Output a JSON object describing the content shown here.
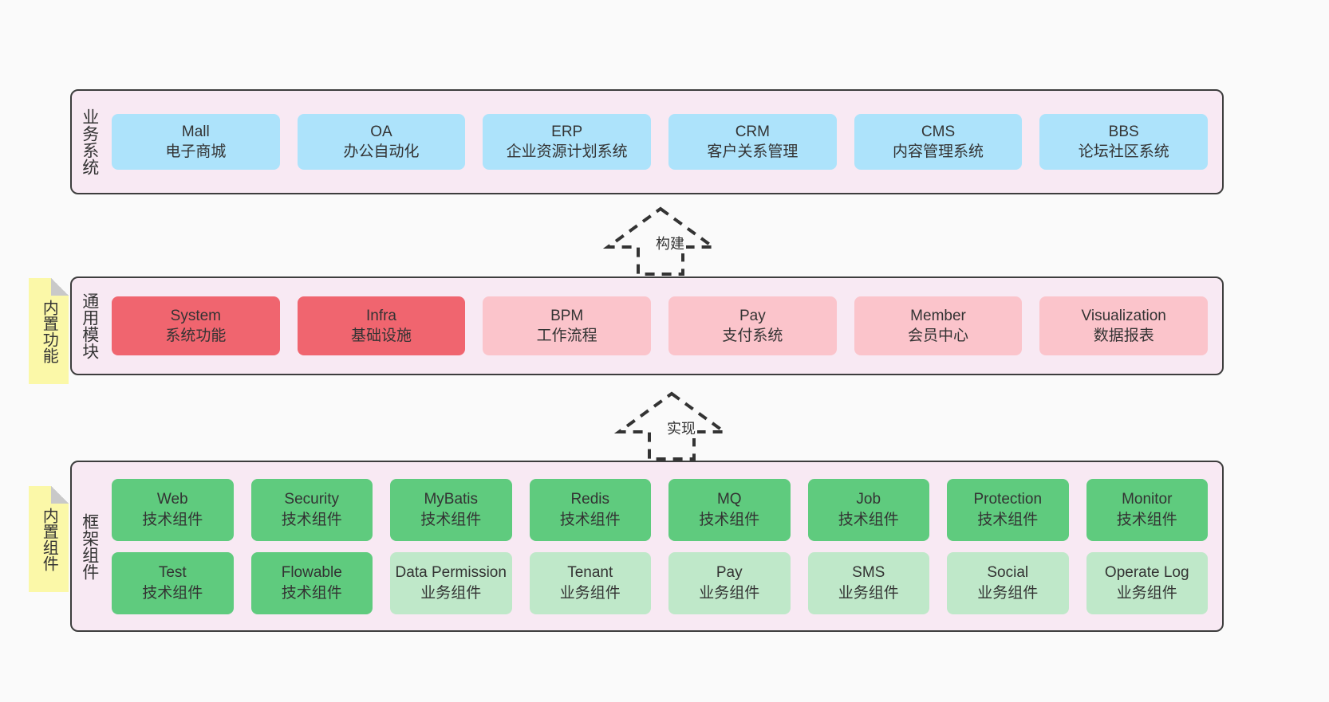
{
  "diagram": {
    "background_color": "#fafafa",
    "band_color": "#f8e9f3",
    "band_border_color": "#3d3d3d",
    "note_color": "#fbf8a8"
  },
  "notes": [
    {
      "label": "内置功能"
    },
    {
      "label": "内置组件"
    }
  ],
  "arrows": [
    {
      "label": "构建",
      "style": "dashed-hollow-up"
    },
    {
      "label": "实现",
      "style": "dashed-hollow-up"
    }
  ],
  "layers": [
    {
      "id": "business",
      "title": "业务系统",
      "rows": [
        {
          "cards": [
            {
              "title": "Mall",
              "sub": "电子商城",
              "color": "#ade3fb",
              "variant": "c-blue"
            },
            {
              "title": "OA",
              "sub": "办公自动化",
              "color": "#ade3fb",
              "variant": "c-blue"
            },
            {
              "title": "ERP",
              "sub": "企业资源计划系统",
              "color": "#ade3fb",
              "variant": "c-blue"
            },
            {
              "title": "CRM",
              "sub": "客户关系管理",
              "color": "#ade3fb",
              "variant": "c-blue"
            },
            {
              "title": "CMS",
              "sub": "内容管理系统",
              "color": "#ade3fb",
              "variant": "c-blue"
            },
            {
              "title": "BBS",
              "sub": "论坛社区系统",
              "color": "#ade3fb",
              "variant": "c-blue"
            }
          ]
        }
      ]
    },
    {
      "id": "modules",
      "title": "通用模块",
      "rows": [
        {
          "cards": [
            {
              "title": "System",
              "sub": "系统功能",
              "color": "#f0656f",
              "variant": "c-red"
            },
            {
              "title": "Infra",
              "sub": "基础设施",
              "color": "#f0656f",
              "variant": "c-red"
            },
            {
              "title": "BPM",
              "sub": "工作流程",
              "color": "#fbc4cb",
              "variant": "c-pink"
            },
            {
              "title": "Pay",
              "sub": "支付系统",
              "color": "#fbc4cb",
              "variant": "c-pink"
            },
            {
              "title": "Member",
              "sub": "会员中心",
              "color": "#fbc4cb",
              "variant": "c-pink"
            },
            {
              "title": "Visualization",
              "sub": "数据报表",
              "color": "#fbc4cb",
              "variant": "c-pink"
            }
          ]
        }
      ]
    },
    {
      "id": "framework",
      "title": "框架组件",
      "rows": [
        {
          "cards": [
            {
              "title": "Web",
              "sub": "技术组件",
              "color": "#5fcb7e",
              "variant": "c-green"
            },
            {
              "title": "Security",
              "sub": "技术组件",
              "color": "#5fcb7e",
              "variant": "c-green"
            },
            {
              "title": "MyBatis",
              "sub": "技术组件",
              "color": "#5fcb7e",
              "variant": "c-green"
            },
            {
              "title": "Redis",
              "sub": "技术组件",
              "color": "#5fcb7e",
              "variant": "c-green"
            },
            {
              "title": "MQ",
              "sub": "技术组件",
              "color": "#5fcb7e",
              "variant": "c-green"
            },
            {
              "title": "Job",
              "sub": "技术组件",
              "color": "#5fcb7e",
              "variant": "c-green"
            },
            {
              "title": "Protection",
              "sub": "技术组件",
              "color": "#5fcb7e",
              "variant": "c-green"
            },
            {
              "title": "Monitor",
              "sub": "技术组件",
              "color": "#5fcb7e",
              "variant": "c-green"
            }
          ]
        },
        {
          "cards": [
            {
              "title": "Test",
              "sub": "技术组件",
              "color": "#5fcb7e",
              "variant": "c-green"
            },
            {
              "title": "Flowable",
              "sub": "技术组件",
              "color": "#5fcb7e",
              "variant": "c-green"
            },
            {
              "title": "Data Permission",
              "sub": "业务组件",
              "color": "#bfe8c9",
              "variant": "c-lightgreen"
            },
            {
              "title": "Tenant",
              "sub": "业务组件",
              "color": "#bfe8c9",
              "variant": "c-lightgreen"
            },
            {
              "title": "Pay",
              "sub": "业务组件",
              "color": "#bfe8c9",
              "variant": "c-lightgreen"
            },
            {
              "title": "SMS",
              "sub": "业务组件",
              "color": "#bfe8c9",
              "variant": "c-lightgreen"
            },
            {
              "title": "Social",
              "sub": "业务组件",
              "color": "#bfe8c9",
              "variant": "c-lightgreen"
            },
            {
              "title": "Operate Log",
              "sub": "业务组件",
              "color": "#bfe8c9",
              "variant": "c-lightgreen"
            }
          ]
        }
      ]
    }
  ]
}
